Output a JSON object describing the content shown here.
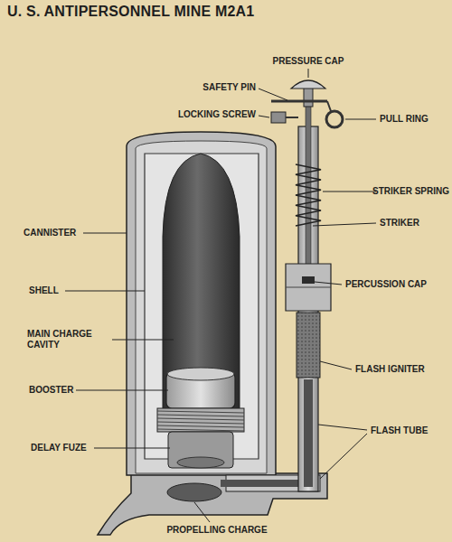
{
  "diagram": {
    "title": "U. S. ANTIPERSONNEL MINE M2A1",
    "labels": [
      "PRESSURE CAP",
      "SAFETY PIN",
      "LOCKING SCREW",
      "PULL RING",
      "STRIKER SPRING",
      "STRIKER",
      "CANNISTER",
      "PERCUSSION CAP",
      "SHELL",
      "MAIN CHARGE CAVITY",
      "FLASH IGNITER",
      "BOOSTER",
      "FLASH TUBE",
      "DELAY FUZE",
      "PROPELLING CHARGE"
    ]
  }
}
